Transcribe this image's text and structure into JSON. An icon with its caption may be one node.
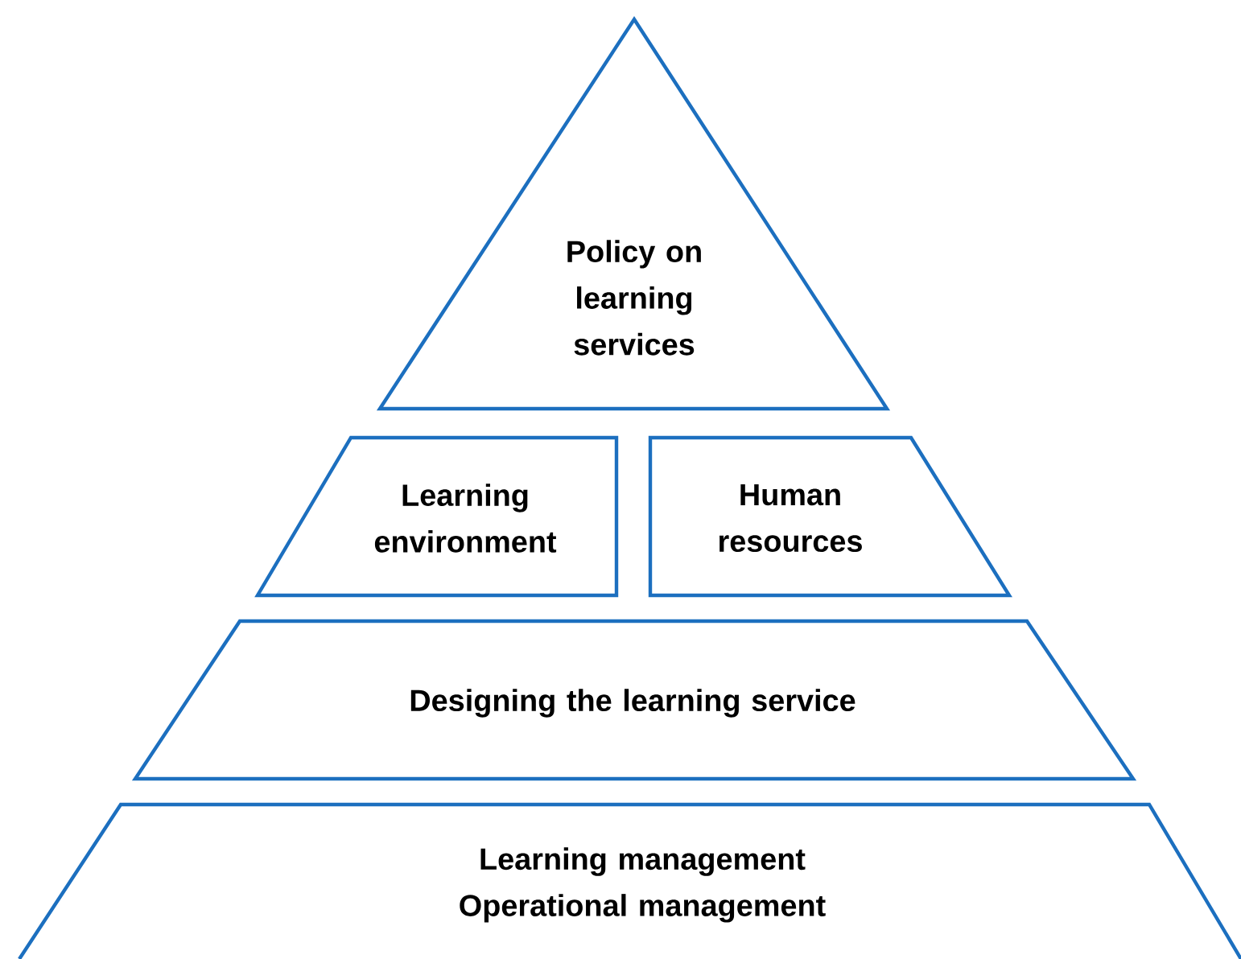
{
  "diagram": {
    "nodes": [
      {
        "text": [
          "Policy on learning services"
        ]
      },
      {
        "text": [
          "Learning environment"
        ]
      },
      {
        "text": [
          "Human resources"
        ]
      },
      {
        "text": [
          "Designing the learning service"
        ]
      },
      {
        "text": [
          "Learning management",
          "Operational management"
        ]
      }
    ]
  }
}
